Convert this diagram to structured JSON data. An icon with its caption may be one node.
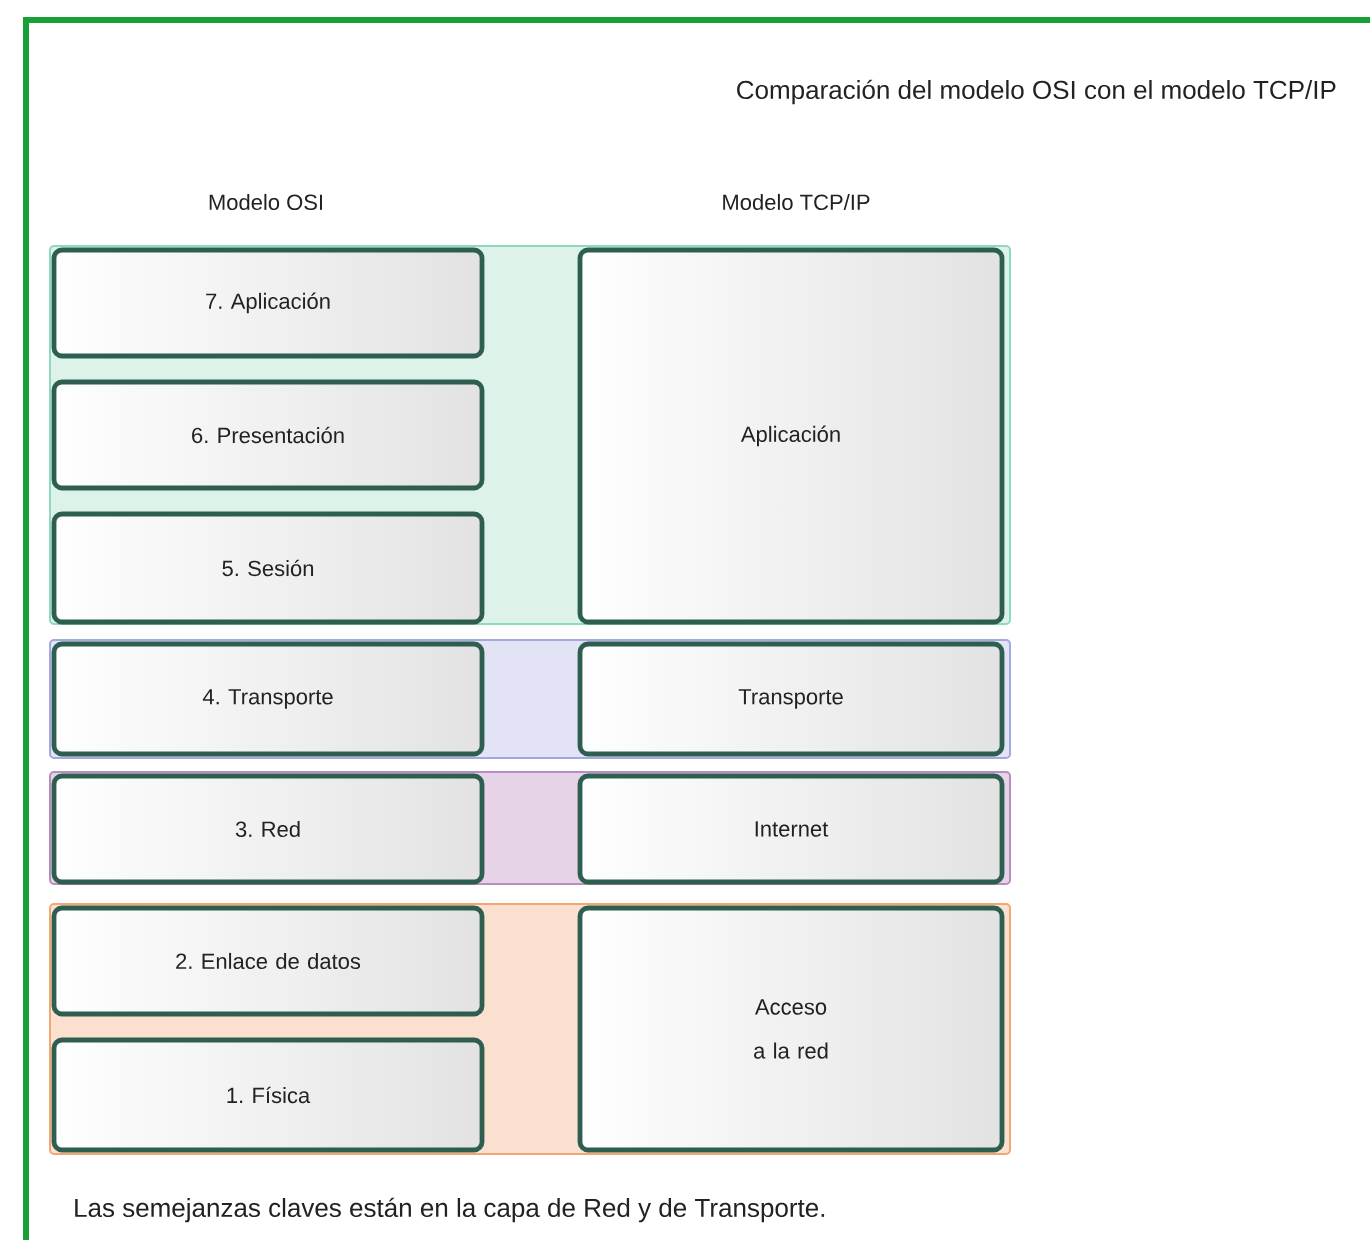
{
  "diagram": {
    "title": "Comparación del modelo OSI con el modelo TCP/IP",
    "caption": "Las semejanzas claves están en la capa de Red y de Transporte.",
    "nodes": [
      {
        "text": [],
        "shape": "band"
      },
      {
        "text": [
          "7. Aplicación"
        ],
        "in": 0
      },
      {
        "text": [
          "6. Presentación"
        ],
        "in": 0
      },
      {
        "text": [
          "5. Sesión"
        ],
        "in": 0
      },
      {
        "text": [
          "Aplicación"
        ],
        "in": 0
      },
      {
        "text": [],
        "shape": "band"
      },
      {
        "text": [
          "4. Transporte"
        ],
        "in": 5
      },
      {
        "text": [
          "Transporte"
        ],
        "in": 5
      },
      {
        "text": [],
        "shape": "band"
      },
      {
        "text": [
          "3. Red"
        ],
        "in": 8
      },
      {
        "text": [
          "Internet"
        ],
        "in": 8
      },
      {
        "text": [],
        "shape": "band"
      },
      {
        "text": [
          "2. Enlace de datos"
        ],
        "in": 11
      },
      {
        "text": [
          "1. Física"
        ],
        "in": 11
      },
      {
        "text": [
          "Acceso a la red"
        ],
        "in": 11
      }
    ],
    "edges": [],
    "labels": [
      "Modelo OSI",
      "Modelo TCP/IP"
    ]
  }
}
